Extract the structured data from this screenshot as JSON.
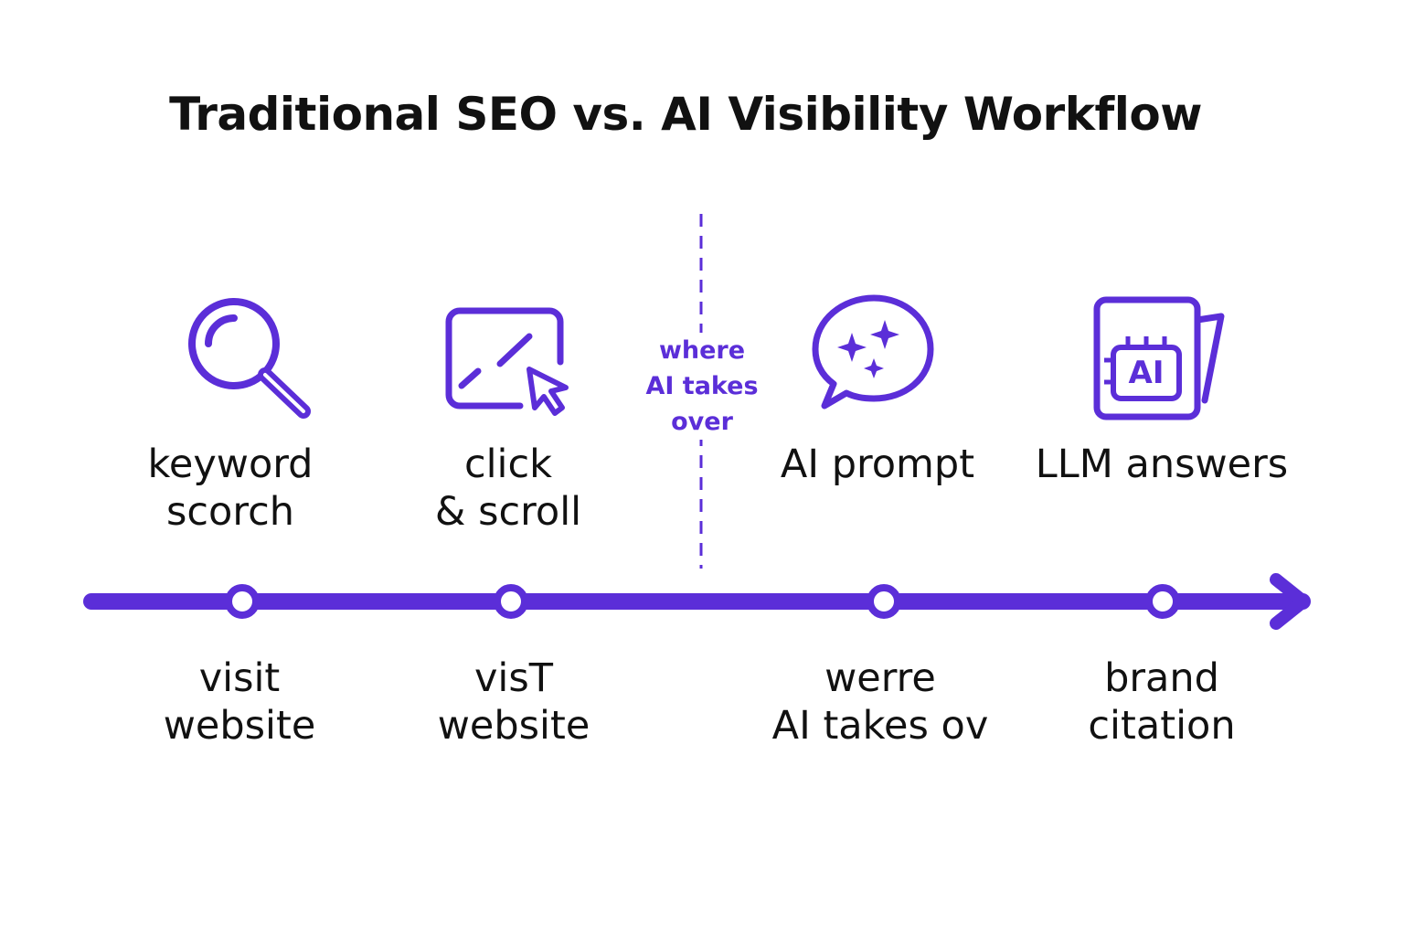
{
  "title": "Traditional SEO vs. AI Visibility Workflow",
  "colors": {
    "accent": "#5b2ed8",
    "text": "#111111",
    "background": "#ffffff"
  },
  "divider_note": "where\nAI takes\nover",
  "steps": [
    {
      "icon": "magnifier-icon",
      "top_label": "keyword\nscorch",
      "bottom_label": "visit\nwebsite"
    },
    {
      "icon": "click-cursor-icon",
      "top_label": "click\n& scroll",
      "bottom_label": "visT\nwebsite"
    },
    {
      "icon": "chat-sparkle-icon",
      "top_label": "AI prompt",
      "bottom_label": "werre\nAI takes ov"
    },
    {
      "icon": "ai-document-icon",
      "top_label": "LLM answers",
      "bottom_label": "brand\ncitation"
    }
  ]
}
